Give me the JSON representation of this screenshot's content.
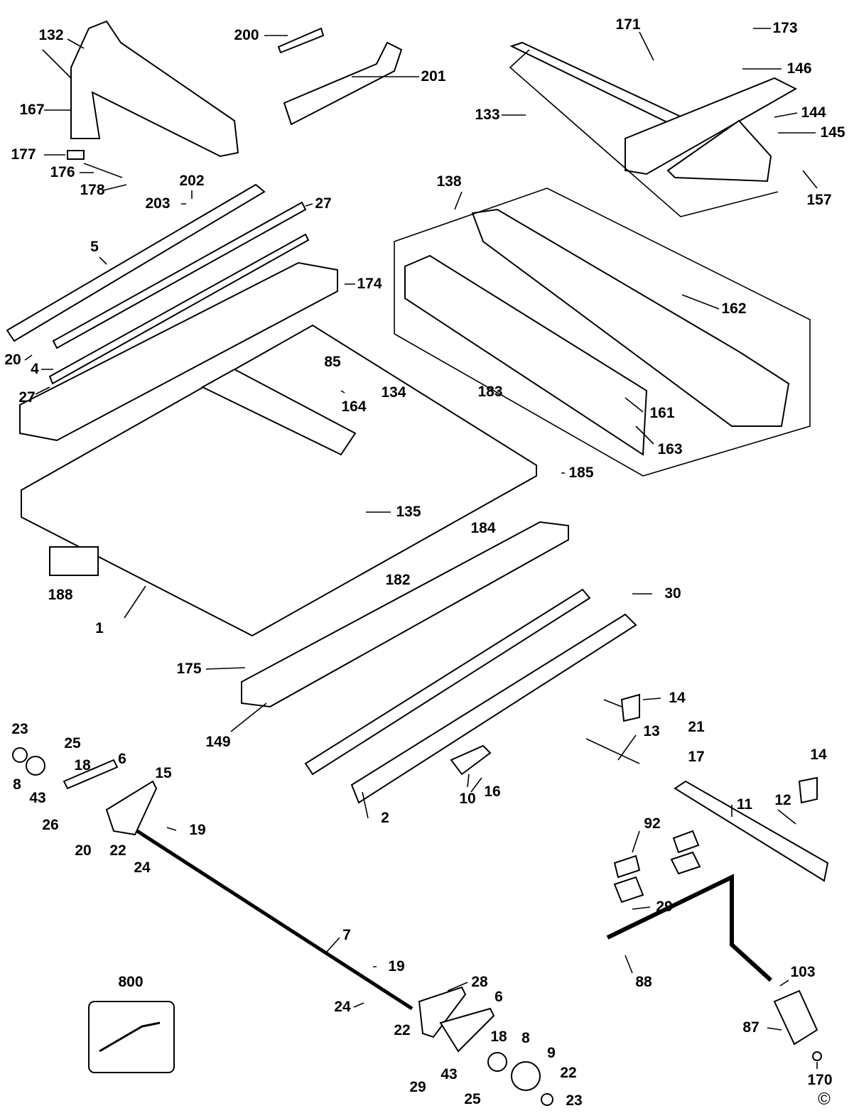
{
  "diagram": {
    "part_labels": [
      "132",
      "167",
      "177",
      "176",
      "178",
      "202",
      "203",
      "200",
      "201",
      "171",
      "173",
      "146",
      "133",
      "144",
      "145",
      "157",
      "138",
      "27",
      "5",
      "174",
      "162",
      "20",
      "4",
      "27",
      "85",
      "134",
      "164",
      "183",
      "161",
      "163",
      "185",
      "135",
      "184",
      "188",
      "182",
      "30",
      "1",
      "175",
      "14",
      "149",
      "23",
      "25",
      "18",
      "6",
      "15",
      "8",
      "43",
      "13",
      "21",
      "17",
      "14",
      "11",
      "12",
      "16",
      "10",
      "2",
      "26",
      "20",
      "22",
      "19",
      "24",
      "92",
      "29",
      "7",
      "19",
      "28",
      "800",
      "88",
      "103",
      "24",
      "6",
      "22",
      "18",
      "8",
      "9",
      "22",
      "29",
      "43",
      "25",
      "23",
      "87",
      "170"
    ],
    "copyright_mark": "©"
  }
}
